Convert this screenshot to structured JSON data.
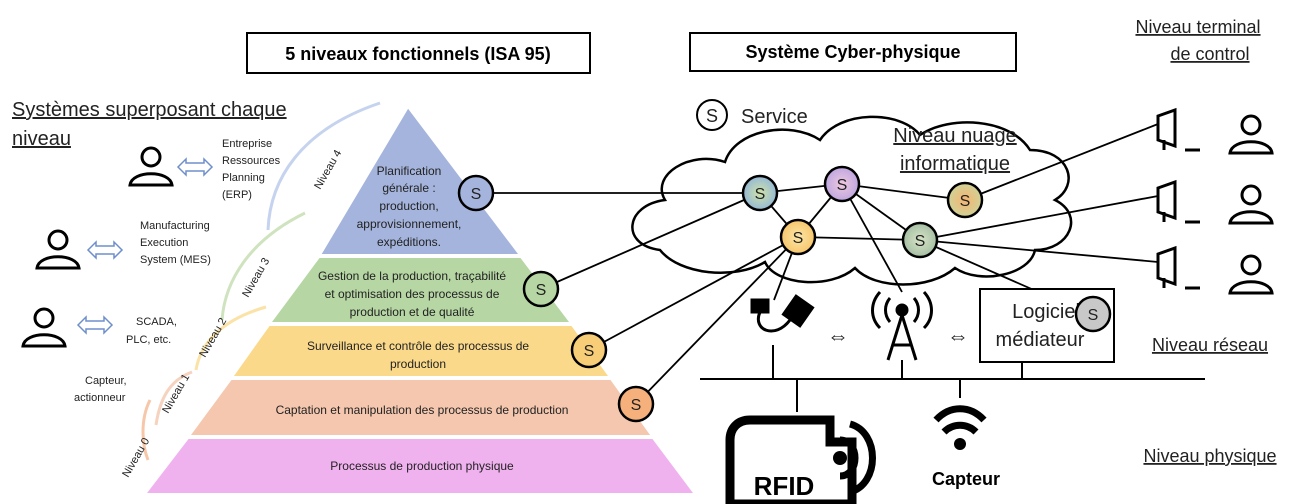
{
  "left_title": "5 niveaux fonctionnels (ISA 95)",
  "right_title": "Système Cyber-physique",
  "systems_heading_line1": "Systèmes superposant chaque",
  "systems_heading_line2": "niveau",
  "service_legend_symbol": "S",
  "service_legend_label": "Service",
  "cloud_label_line1": "Niveau nuage",
  "cloud_label_line2": "informatique",
  "terminal_label_line1": "Niveau terminal",
  "terminal_label_line2": "de control",
  "network_label": "Niveau réseau",
  "physical_label": "Niveau physique",
  "middleware_line1": "Logiciel",
  "middleware_line2": "médiateur",
  "rfid_label": "RFID",
  "sensor_label": "Capteur",
  "pyramid": {
    "level4": [
      "Planification",
      "générale :",
      "production,",
      "approvisionnement,",
      "expéditions."
    ],
    "level3": [
      "Gestion de la production, traçabilité",
      "et optimisation des processus de",
      "production et de qualité"
    ],
    "level2": [
      "Surveillance et contrôle des processus de",
      "production"
    ],
    "level1": [
      "Captation et manipulation des processus de production"
    ],
    "level0": [
      "Processus de production physique"
    ]
  },
  "arc_labels": {
    "n4": "Niveau 4",
    "n3": "Niveau 3",
    "n2": "Niveau 2",
    "n1": "Niveau 1",
    "n0": "Niveau 0"
  },
  "systems": {
    "erp": [
      "Entreprise",
      "Ressources",
      "Planning",
      "(ERP)"
    ],
    "mes": [
      "Manufacturing",
      "Execution",
      "System (MES)"
    ],
    "scada": [
      "SCADA,",
      "PLC, etc."
    ],
    "sensor_actuator": [
      "Capteur,",
      "actionneur"
    ]
  },
  "colors": {
    "level4": "#a4b4dc",
    "level3": "#b6d6a4",
    "level2": "#fbd98a",
    "level1": "#f4c7ae",
    "level0": "#f0b2ef",
    "service_orange": "#f5b07c",
    "service_yellow": "#f8cd78"
  }
}
